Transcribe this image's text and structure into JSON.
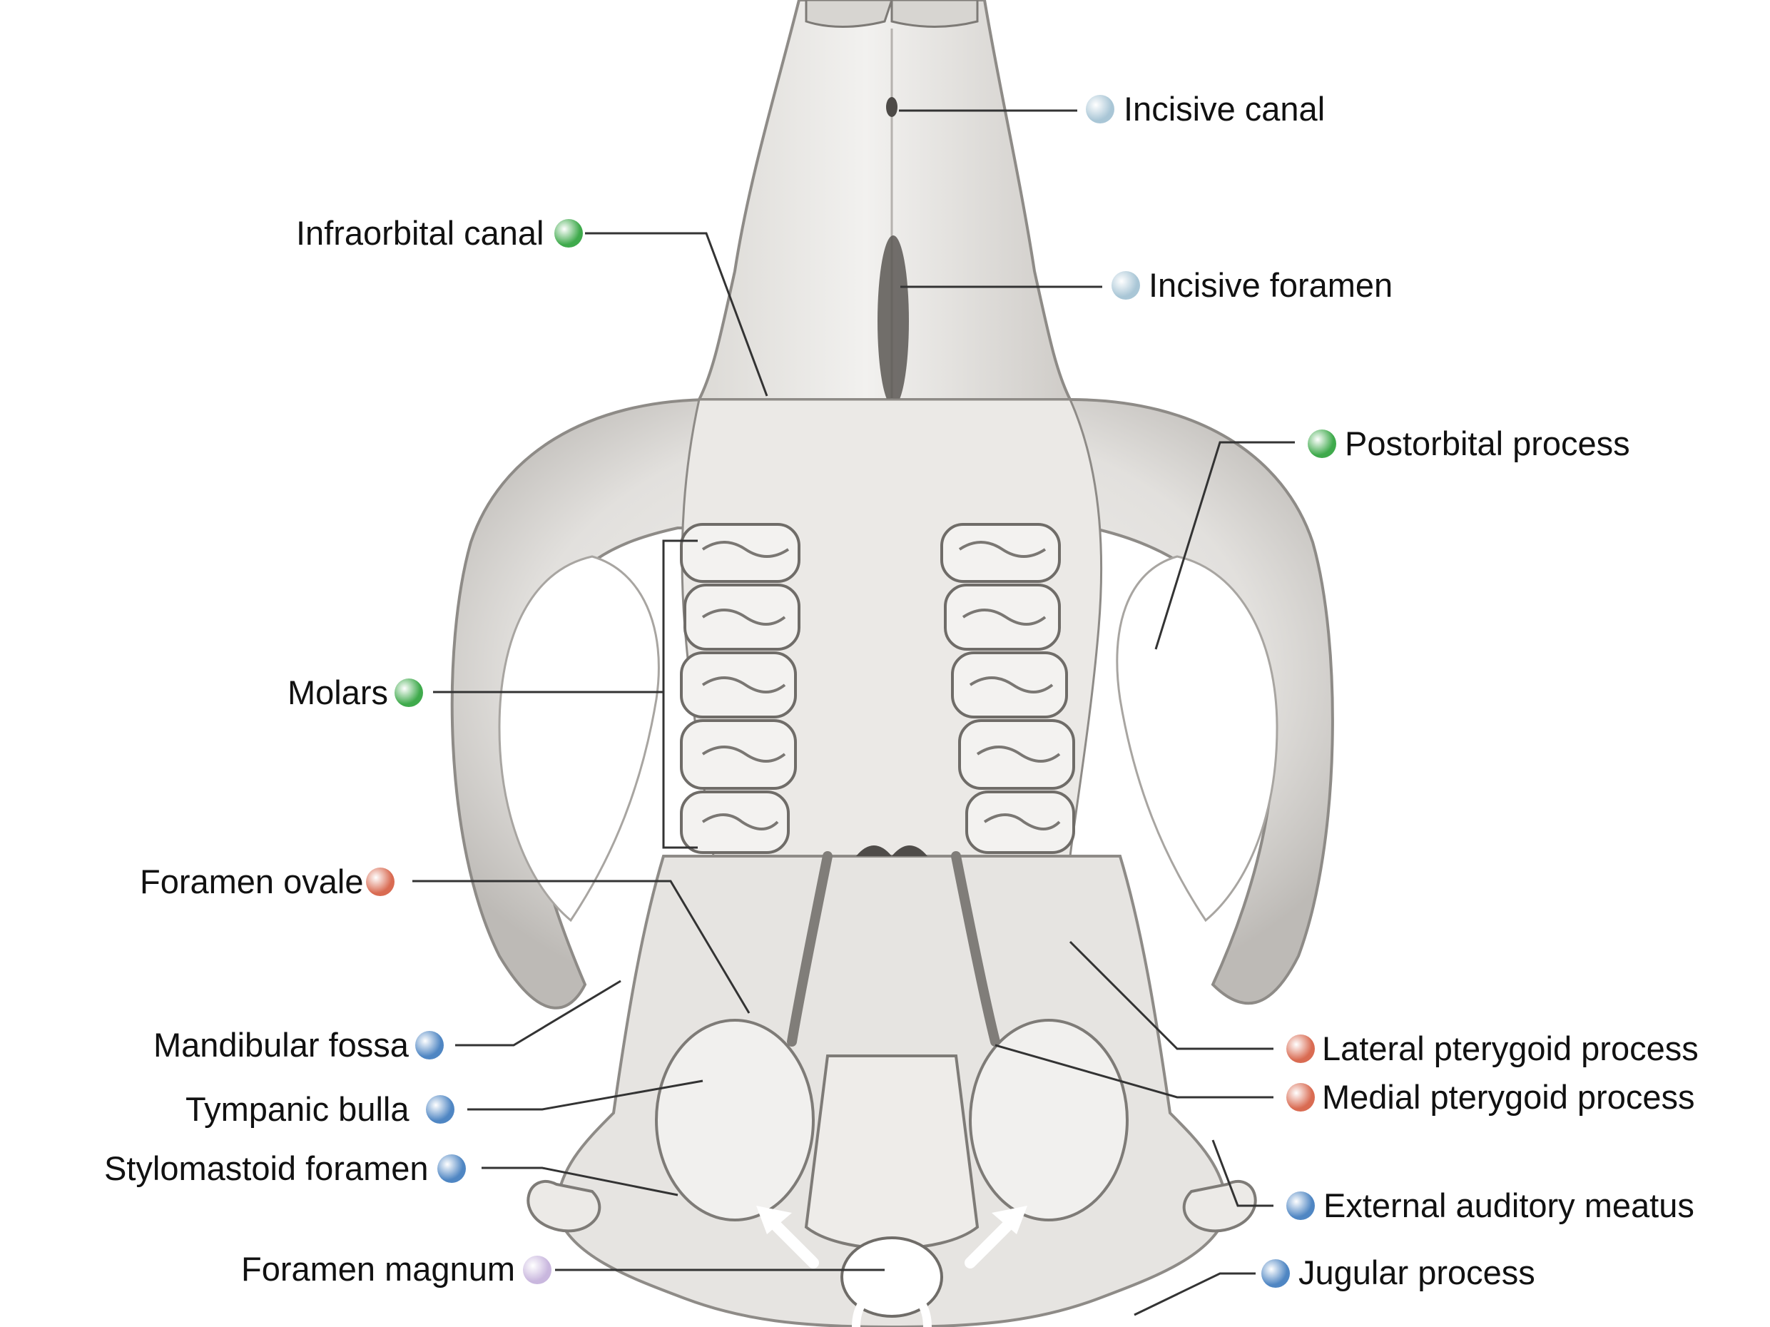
{
  "colors": {
    "light_blue": "#a9c6d6",
    "green": "#3faa4c",
    "orange": "#d96b52",
    "blue": "#4f86c3",
    "lavender": "#c9b7de",
    "leader_line": "#333333",
    "bone": "#e9e7e4",
    "bone_shadow": "#9d9a96"
  },
  "labels": {
    "incisive_canal": {
      "text": "Incisive canal",
      "color": "light_blue",
      "icon": "light-blue-dot"
    },
    "infraorbital_canal": {
      "text": "Infraorbital canal",
      "color": "green",
      "icon": "green-dot"
    },
    "incisive_foramen": {
      "text": "Incisive foramen",
      "color": "light_blue",
      "icon": "light-blue-dot"
    },
    "postorbital_process": {
      "text": "Postorbital process",
      "color": "green",
      "icon": "green-dot"
    },
    "molars": {
      "text": "Molars",
      "color": "green",
      "icon": "green-dot"
    },
    "foramen_ovale": {
      "text": "Foramen ovale",
      "color": "orange",
      "icon": "orange-dot"
    },
    "mandibular_fossa": {
      "text": "Mandibular fossa",
      "color": "blue",
      "icon": "blue-dot"
    },
    "lateral_pterygoid_process": {
      "text": "Lateral pterygoid process",
      "color": "orange",
      "icon": "orange-dot"
    },
    "tympanic_bulla": {
      "text": "Tympanic bulla",
      "color": "blue",
      "icon": "blue-dot"
    },
    "medial_pterygoid_process": {
      "text": "Medial pterygoid process",
      "color": "orange",
      "icon": "orange-dot"
    },
    "stylomastoid_foramen": {
      "text": "Stylomastoid foramen",
      "color": "blue",
      "icon": "blue-dot"
    },
    "external_auditory_meatus": {
      "text": "External auditory meatus",
      "color": "blue",
      "icon": "blue-dot"
    },
    "foramen_magnum": {
      "text": "Foramen magnum",
      "color": "lavender",
      "icon": "lavender-dot"
    },
    "jugular_process": {
      "text": "Jugular process",
      "color": "blue",
      "icon": "blue-dot"
    }
  }
}
